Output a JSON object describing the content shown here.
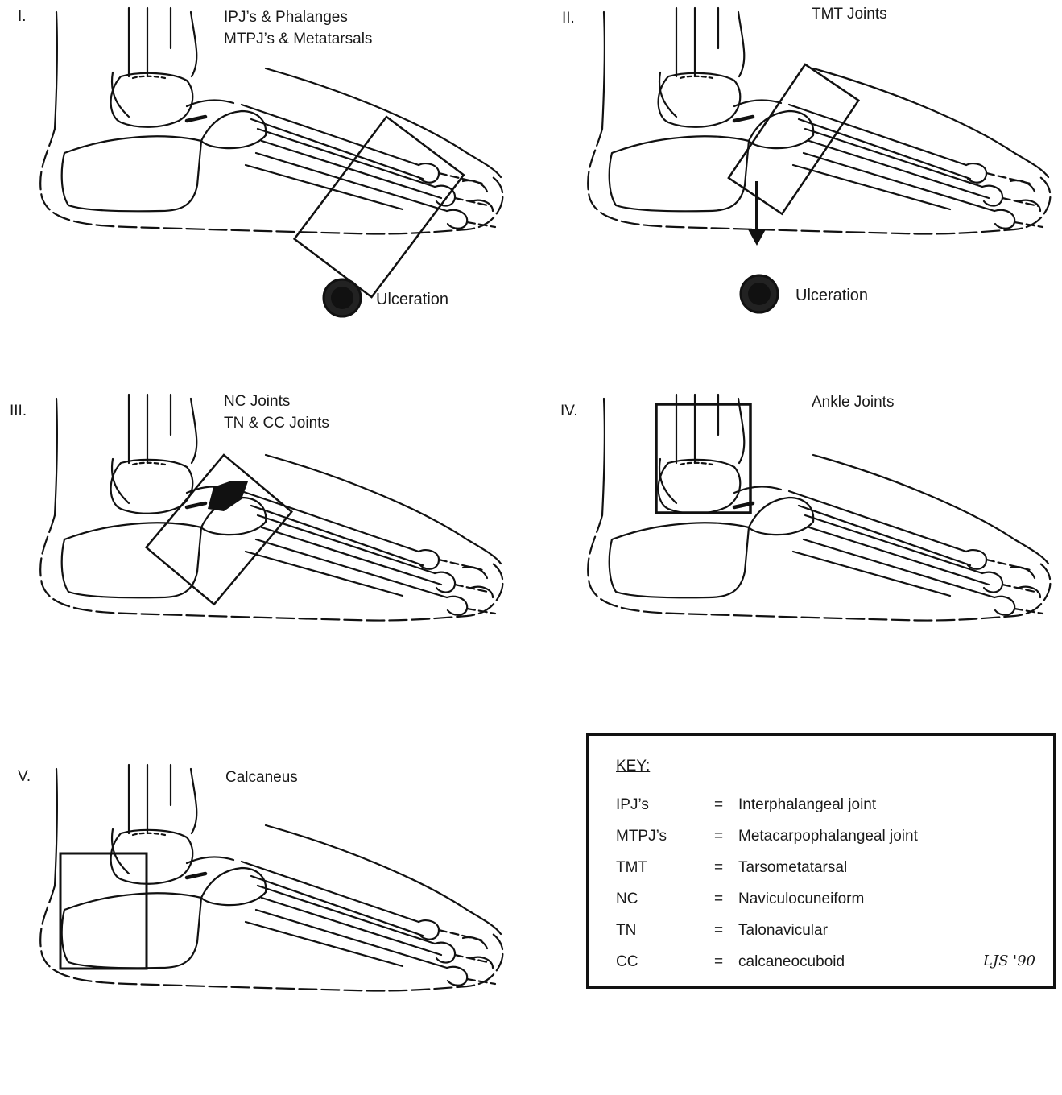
{
  "panels": [
    {
      "numeral": "I.",
      "labels": [
        "IPJ’s & Phalanges",
        "MTPJ’s & Metatarsals"
      ],
      "ulceration": "Ulceration"
    },
    {
      "numeral": "II.",
      "labels": [
        "TMT Joints"
      ],
      "ulceration": "Ulceration"
    },
    {
      "numeral": "III.",
      "labels": [
        "NC Joints",
        "TN & CC Joints"
      ]
    },
    {
      "numeral": "IV.",
      "labels": [
        "Ankle Joints"
      ]
    },
    {
      "numeral": "V.",
      "labels": [
        "Calcaneus"
      ]
    }
  ],
  "key": {
    "title": "KEY:",
    "rows": [
      {
        "abbr": "IPJ’s",
        "eq": "=",
        "def": "Interphalangeal joint"
      },
      {
        "abbr": "MTPJ’s",
        "eq": "=",
        "def": "Metacarpophalangeal joint"
      },
      {
        "abbr": "TMT",
        "eq": "=",
        "def": "Tarsometatarsal"
      },
      {
        "abbr": "NC",
        "eq": "=",
        "def": "Naviculocuneiform"
      },
      {
        "abbr": "TN",
        "eq": "=",
        "def": "Talonavicular"
      },
      {
        "abbr": "CC",
        "eq": "=",
        "def": " calcaneocuboid"
      }
    ],
    "signature": "LJS '90"
  }
}
